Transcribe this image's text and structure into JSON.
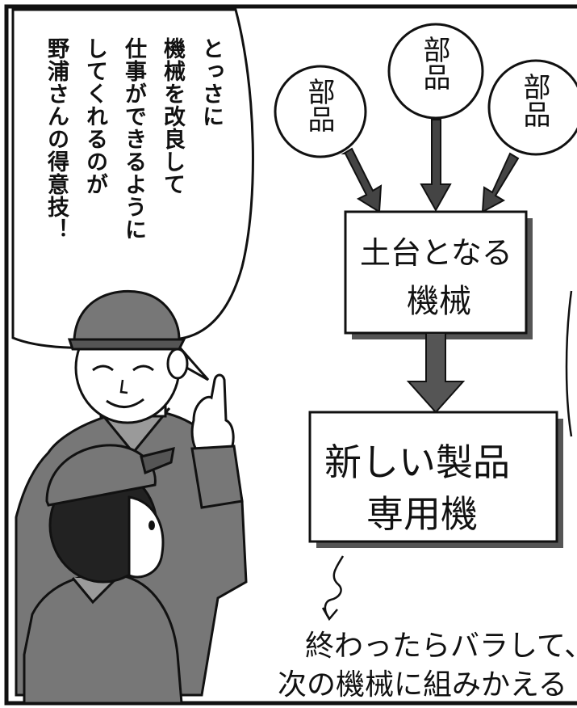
{
  "speech": {
    "lines": [
      "とっさに",
      "機械を改良して",
      "仕事ができるように",
      "してくれるのが",
      "野浦さんの得意技！"
    ]
  },
  "diagram": {
    "parts": [
      "部品",
      "部品",
      "部品"
    ],
    "base_machine": {
      "line1": "土台となる",
      "line2": "機械"
    },
    "new_machine": {
      "line1": "新しい製品",
      "line2": "専用機"
    },
    "note": {
      "line1": "終わったらバラして、また",
      "line2": "次の機械に組みかえる"
    }
  }
}
